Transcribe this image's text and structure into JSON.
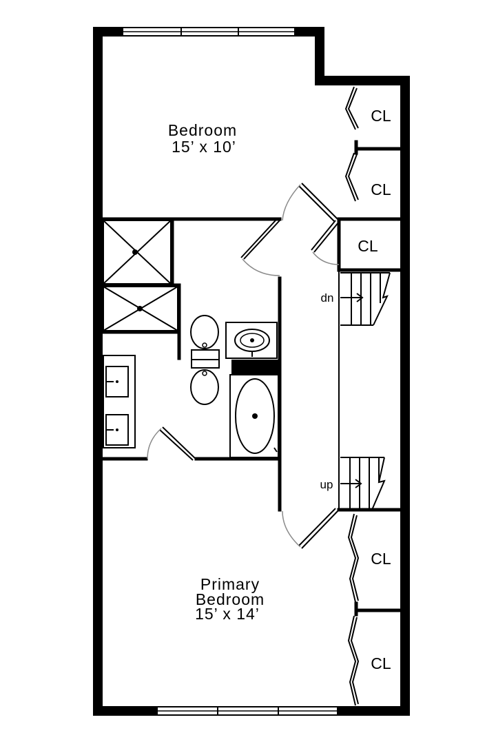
{
  "rooms": {
    "bedroom": {
      "name": "Bedroom",
      "size": "15’ x 10’"
    },
    "primary": {
      "name_line1": "Primary",
      "name_line2": "Bedroom",
      "size": "15’ x 14’"
    }
  },
  "closets": {
    "cl1": "CL",
    "cl2": "CL",
    "cl3": "CL",
    "cl4": "CL",
    "cl5": "CL"
  },
  "stairs": {
    "down": "dn",
    "up": "up"
  }
}
